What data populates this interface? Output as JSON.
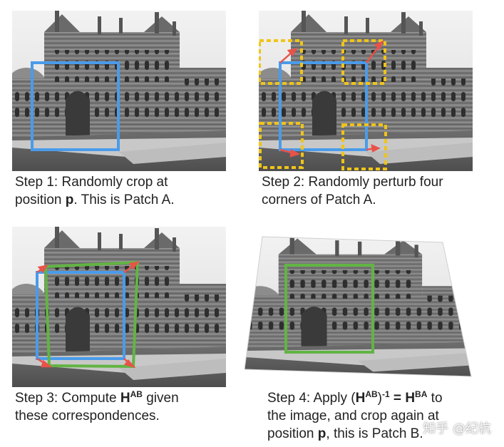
{
  "steps": [
    {
      "id": "step1",
      "line1": "Step 1: Randomly crop at",
      "line2_pre": "position ",
      "line2_bold": "p",
      "line2_post": ". This is Patch A."
    },
    {
      "id": "step2",
      "line1": "Step 2: Randomly perturb four",
      "line2": "corners of Patch A."
    },
    {
      "id": "step3",
      "line1_pre": "Step 3: Compute ",
      "line1_bold": "H",
      "line1_sup": "AB",
      "line1_post": " given",
      "line2": "these correspondences."
    },
    {
      "id": "step4",
      "line1_pre": "Step 4: Apply (",
      "line1_bold1": "H",
      "line1_sup1": "AB",
      "line1_mid": ")",
      "line1_sup2": "-1",
      "line1_eq": " = ",
      "line1_bold2": "H",
      "line1_sup3": "BA",
      "line1_post": " to",
      "line2": "the image, and crop again at",
      "line3_pre": "position ",
      "line3_bold": "p",
      "line3_post": ", this is Patch B."
    }
  ],
  "watermark": "知乎 @纪杭",
  "colors": {
    "patch_a": "#4a9bea",
    "perturb_box": "#f0c419",
    "arrow": "#e8534a",
    "patch_b": "#62b443"
  }
}
